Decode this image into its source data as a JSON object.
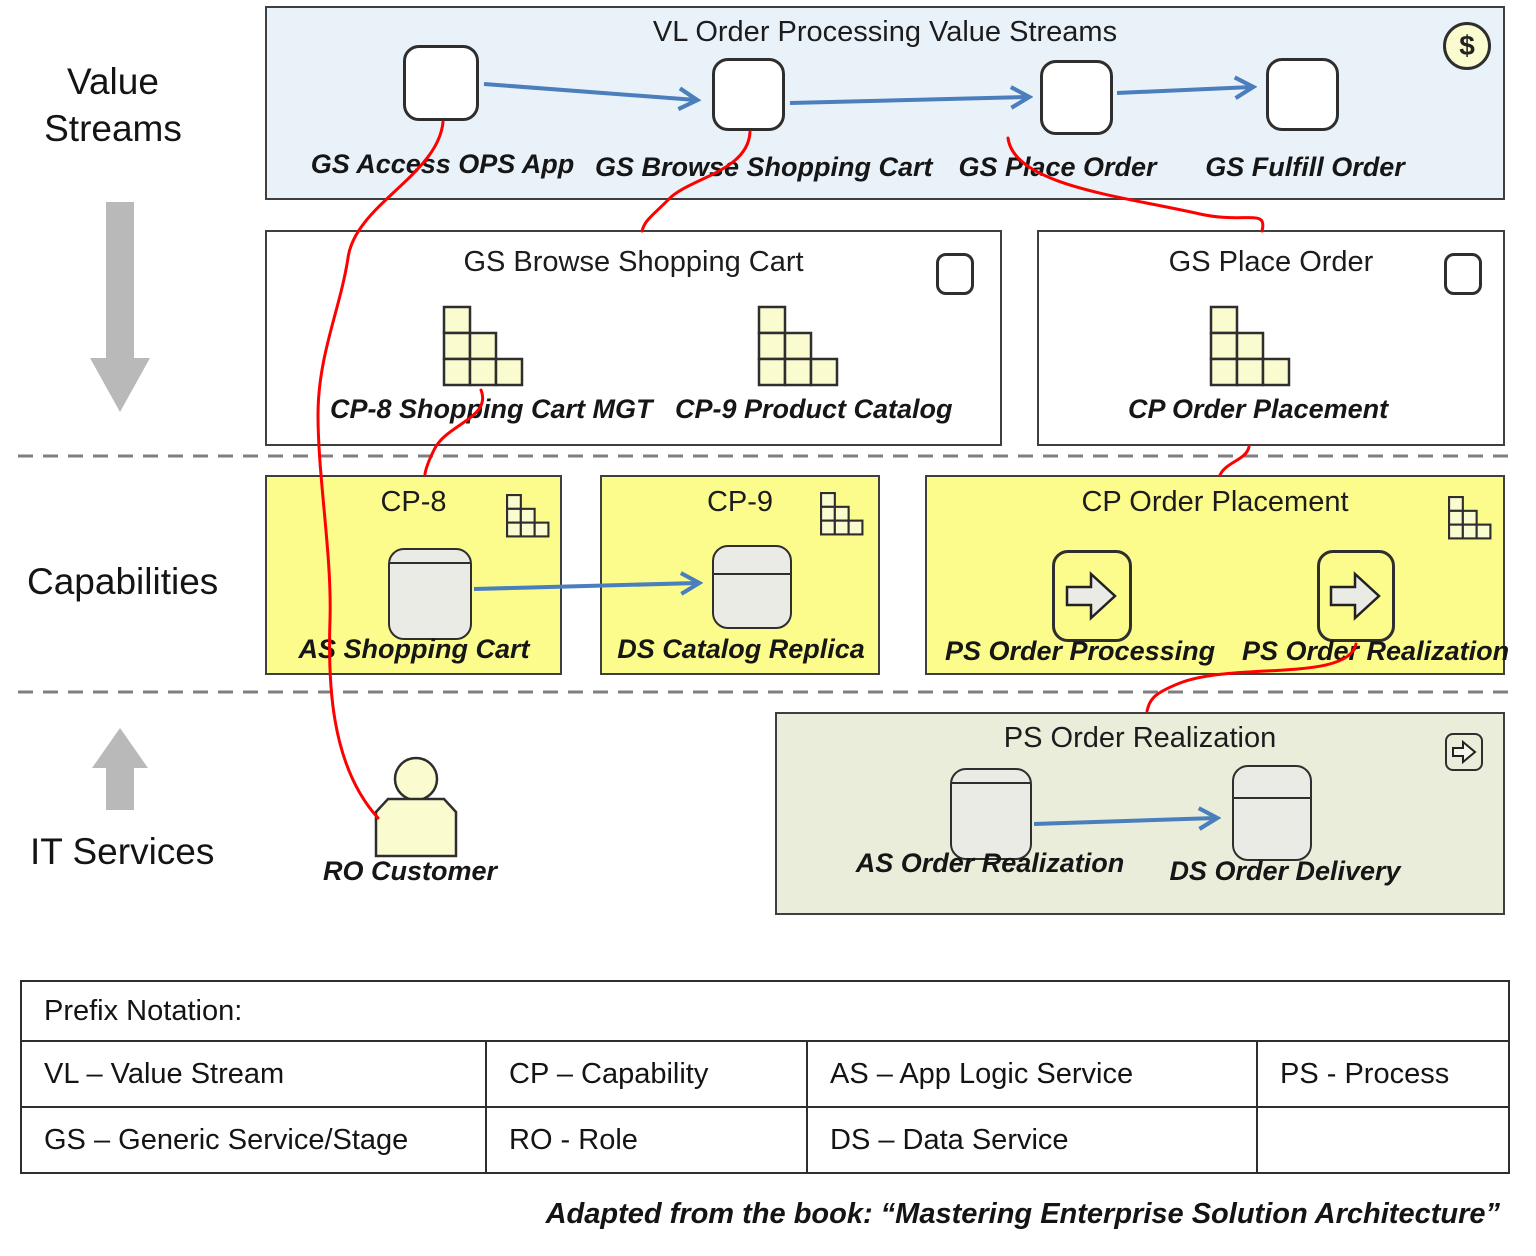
{
  "lanes": {
    "value_streams": "Value Streams",
    "capabilities": "Capabilities",
    "it_services": "IT Services"
  },
  "vl_box": {
    "title": "VL Order Processing Value Streams",
    "badge": "$",
    "stages": [
      "GS Access OPS App",
      "GS Browse Shopping Cart",
      "GS Place Order",
      "GS Fulfill Order"
    ]
  },
  "gs_browse_box": {
    "title": "GS Browse Shopping Cart",
    "capabilities": [
      "CP-8 Shopping Cart MGT",
      "CP-9 Product Catalog"
    ]
  },
  "gs_place_box": {
    "title": "GS Place Order",
    "capabilities": [
      "CP Order Placement"
    ]
  },
  "cp8_box": {
    "title": "CP-8",
    "service": "AS Shopping Cart"
  },
  "cp9_box": {
    "title": "CP-9",
    "service": "DS Catalog Replica"
  },
  "cp_order_box": {
    "title": "CP Order Placement",
    "services": [
      "PS Order Processing",
      "PS Order Realization"
    ]
  },
  "ps_box": {
    "title": "PS Order Realization",
    "services": [
      "AS Order Realization",
      "DS Order Delivery"
    ]
  },
  "role": {
    "label": "RO Customer"
  },
  "legend": {
    "header": "Prefix Notation:",
    "rows": [
      [
        "VL – Value Stream",
        "CP – Capability",
        "AS – App Logic Service",
        "PS - Process"
      ],
      [
        "GS – Generic Service/Stage",
        "RO - Role",
        "DS – Data Service",
        ""
      ]
    ]
  },
  "attribution": "Adapted from the book: “Mastering Enterprise Solution Architecture”",
  "colors": {
    "value_stream_bg": "#eaf2f9",
    "capability_bg": "#fcfc8c",
    "process_bg": "#e9edda",
    "icon_fill": "#fbfbd0",
    "shape_fill": "#e9ebe4",
    "arrow_blue": "#4a7ebc",
    "relation_red": "#ff0000",
    "lane_arrow_gray": "#b9b9b9"
  }
}
